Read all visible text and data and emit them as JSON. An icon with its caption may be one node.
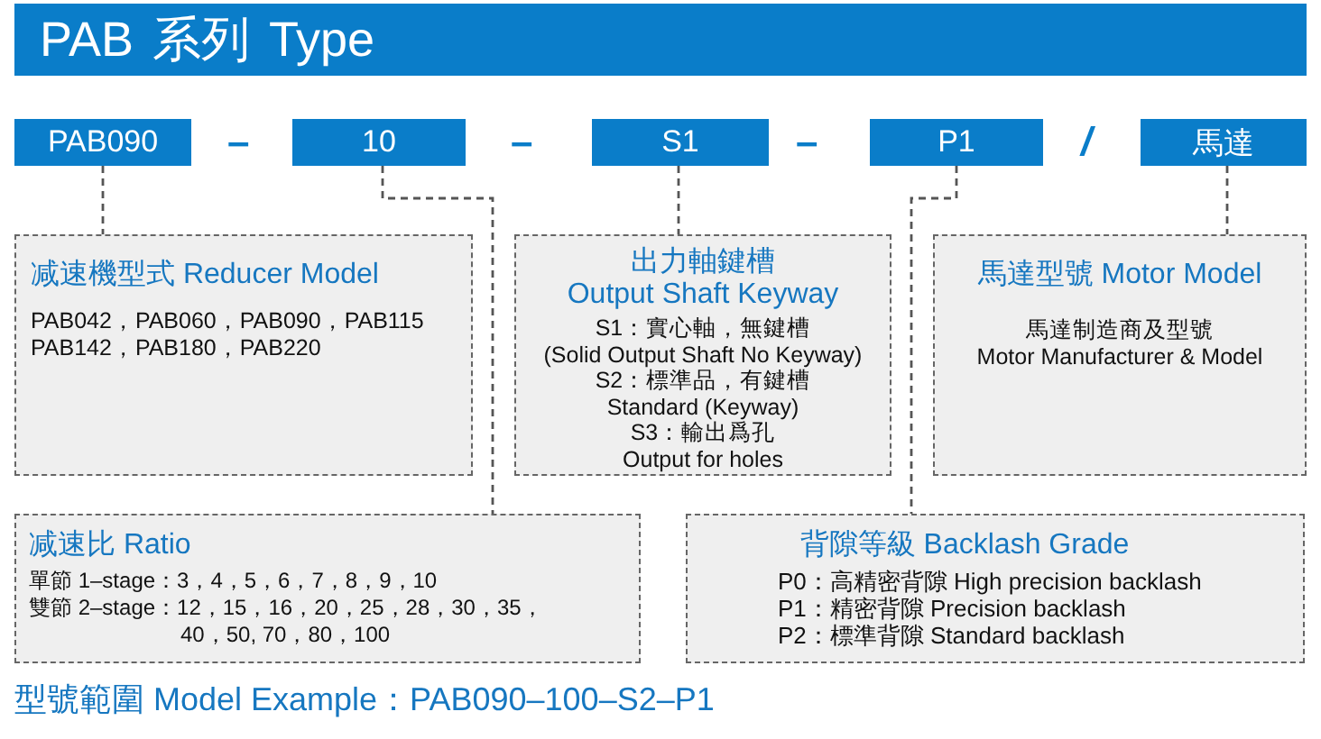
{
  "diagram": {
    "title": "PAB 系列 Type",
    "caption": "型號範圍 Model Example：PAB090–100–S2–P1",
    "nodes": [
      {
        "text": [
          "PAB090"
        ]
      },
      {
        "text": [
          "10"
        ]
      },
      {
        "text": [
          "S1"
        ]
      },
      {
        "text": [
          "P1"
        ]
      },
      {
        "text": [
          "馬達"
        ]
      },
      {
        "text": [
          "减速機型式 Reducer Model",
          "PAB042，PAB060，PAB090，PAB115 PAB142，PAB180，PAB220"
        ]
      },
      {
        "text": [
          "出力軸鍵槽",
          "Output Shaft Keyway",
          "S1：實心軸，無鍵槽",
          "(Solid Output Shaft No Keyway)",
          "S2：標準品，有鍵槽",
          "Standard (Keyway)",
          "S3：輸出爲孔",
          "Output for holes"
        ]
      },
      {
        "text": [
          "馬達型號 Motor Model",
          "馬達制造商及型號",
          "Motor Manufacturer & Model"
        ]
      },
      {
        "text": [
          "减速比 Ratio",
          "單節 1–stage：3，4，5，6，7，8，9，10",
          "雙節 2–stage：12，15，16，20，25，28，30，35， 40，50, 70，80，100"
        ]
      },
      {
        "text": [
          "背隙等級 Backlash Grade",
          "P0：高精密背隙 High precision backlash",
          "P1：精密背隙 Precision backlash",
          "P2：標準背隙 Standard backlash"
        ]
      }
    ],
    "edges": [
      {
        "from": 0,
        "to": 5,
        "arrow": "none",
        "style": "dashed"
      },
      {
        "from": 1,
        "to": 8,
        "arrow": "none",
        "style": "dashed"
      },
      {
        "from": 2,
        "to": 6,
        "arrow": "none",
        "style": "dashed"
      },
      {
        "from": 3,
        "to": 9,
        "arrow": "none",
        "style": "dashed"
      },
      {
        "from": 4,
        "to": 7,
        "arrow": "none",
        "style": "dashed"
      }
    ],
    "labels": [
      "–",
      "–",
      "–",
      "/"
    ]
  }
}
